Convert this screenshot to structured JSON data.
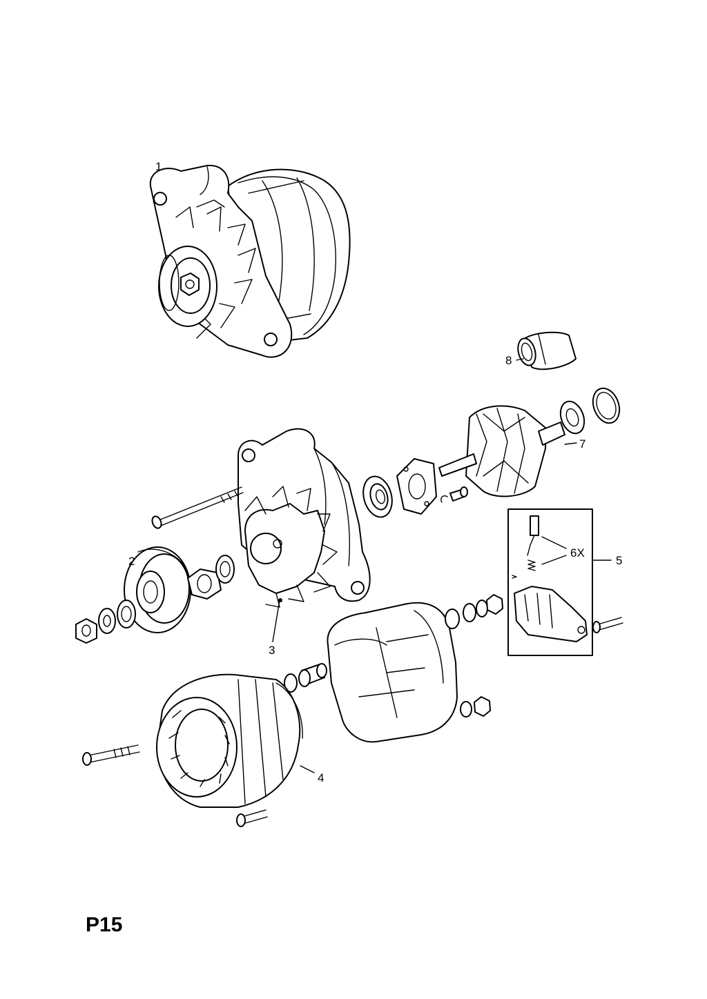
{
  "page_code": "P15",
  "callouts": {
    "c1": "1",
    "c2": "2",
    "c3": "3",
    "c4": "4",
    "c5": "5",
    "c6x": "6X",
    "c7": "7",
    "c8": "8"
  },
  "colors": {
    "ink": "#000000",
    "paper": "#ffffff"
  }
}
